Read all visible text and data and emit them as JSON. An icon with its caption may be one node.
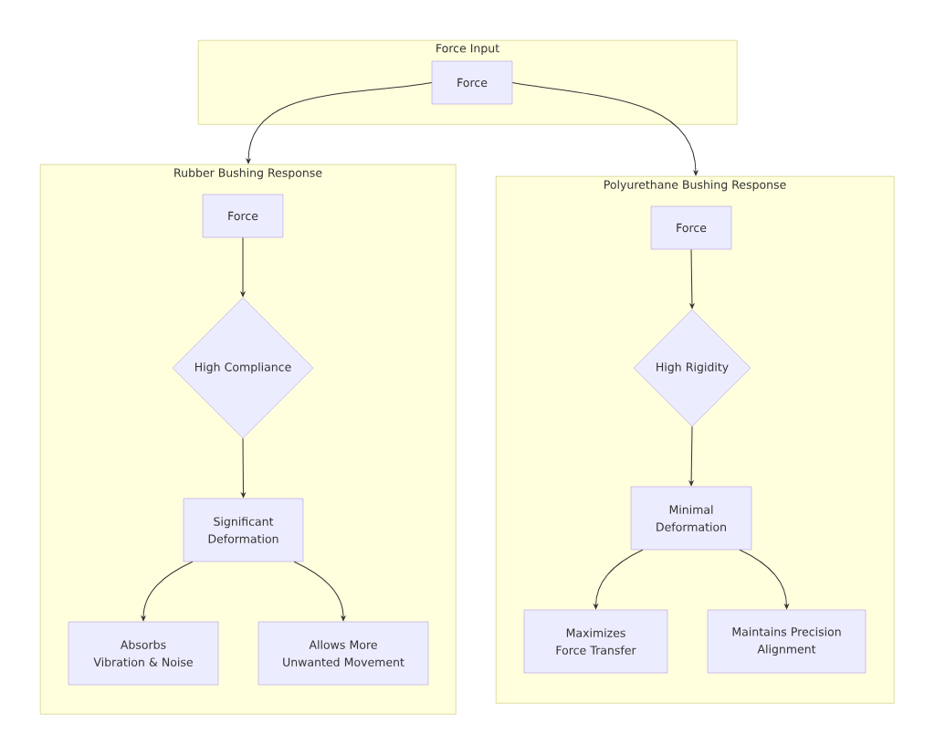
{
  "diagram": {
    "nodes": [
      {
        "text": [
          "Force Input"
        ]
      },
      {
        "text": [
          "Force"
        ],
        "in": 0
      },
      {
        "text": [
          "Rubber Bushing Response"
        ]
      },
      {
        "text": [
          "Force"
        ],
        "in": 2
      },
      {
        "text": [
          "High Compliance"
        ],
        "in": 2
      },
      {
        "text": [
          "Significant Deformation"
        ],
        "in": 2
      },
      {
        "text": [
          "Absorbs Vibration & Noise"
        ],
        "in": 2
      },
      {
        "text": [
          "Allows More Unwanted Movement"
        ],
        "in": 2
      },
      {
        "text": [
          "Polyurethane Bushing Response"
        ]
      },
      {
        "text": [
          "Force"
        ],
        "in": 8
      },
      {
        "text": [
          "High Rigidity"
        ],
        "in": 8
      },
      {
        "text": [
          "Minimal Deformation"
        ],
        "in": 8
      },
      {
        "text": [
          "Maximizes Force Transfer"
        ],
        "in": 8
      },
      {
        "text": [
          "Maintains Precision Alignment"
        ],
        "in": 8
      }
    ],
    "edges": [
      {
        "from": 1,
        "to": 2,
        "arrow": "to"
      },
      {
        "from": 1,
        "to": 8,
        "arrow": "to"
      },
      {
        "from": 3,
        "to": 4,
        "arrow": "to"
      },
      {
        "from": 4,
        "to": 5,
        "arrow": "to"
      },
      {
        "from": 5,
        "to": 6,
        "arrow": "to"
      },
      {
        "from": 5,
        "to": 7,
        "arrow": "to"
      },
      {
        "from": 9,
        "to": 10,
        "arrow": "to"
      },
      {
        "from": 10,
        "to": 11,
        "arrow": "to"
      },
      {
        "from": 11,
        "to": 12,
        "arrow": "to"
      },
      {
        "from": 11,
        "to": 13,
        "arrow": "to"
      }
    ]
  }
}
